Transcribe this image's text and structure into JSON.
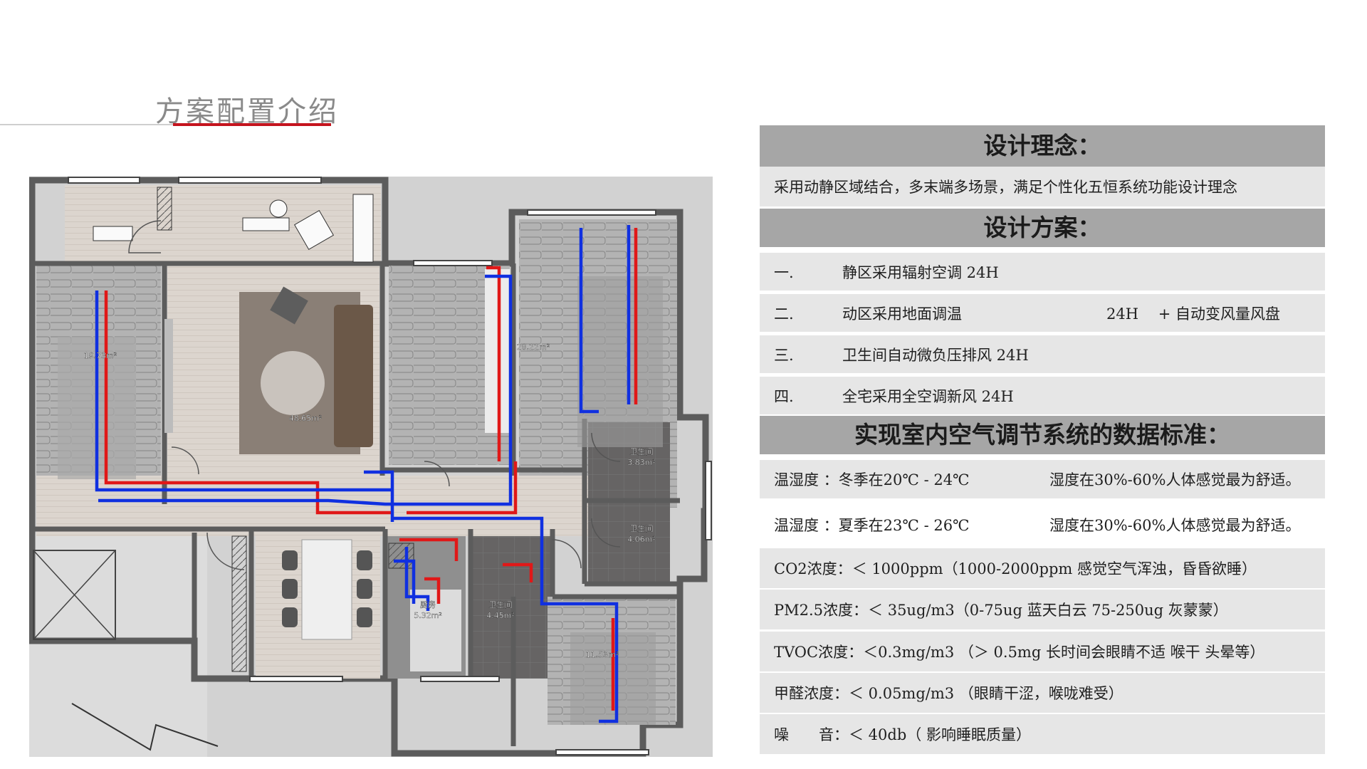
{
  "page": {
    "title": "方案配置介绍"
  },
  "plan": {
    "rooms": [
      {
        "key": "master_bedroom",
        "area": "19.73m²"
      },
      {
        "key": "living_room",
        "area": "48.65m²"
      },
      {
        "key": "bedroom_2",
        "area": "28.22m²"
      },
      {
        "key": "bath_1",
        "name": "卫生间",
        "area": "3.83m²"
      },
      {
        "key": "bath_2",
        "name": "卫生间",
        "area": "4.06m²"
      },
      {
        "key": "kitchen",
        "name": "厨房",
        "area": "5.32m²"
      },
      {
        "key": "bath_3",
        "name": "卫生间",
        "area": "4.45m²"
      },
      {
        "key": "bedroom_3",
        "area": "11.53m²"
      }
    ],
    "colors": {
      "supply_pipe": "#e01818",
      "return_pipe": "#1030e0",
      "wall": "#5c5c5c",
      "outdoor": "#d2d2d2",
      "floor_wood": "#ddd6cf",
      "floor_tile": "#6a6868"
    }
  },
  "spec": {
    "concept_title": "设计理念：",
    "concept_text": "采用动静区域结合，多末端多场景，满足个性化五恒系统功能设计理念",
    "plan_title": "设计方案：",
    "plan_items": [
      {
        "num": "一.",
        "text": "静区采用辐射空调 24H",
        "suffix": ""
      },
      {
        "num": "二.",
        "text": "动区采用地面调温",
        "suffix": "24H　 + 自动变风量风盘"
      },
      {
        "num": "三.",
        "text": "卫生间自动微负压排风 24H",
        "suffix": ""
      },
      {
        "num": "四.",
        "text": "全宅采用全空调新风 24H",
        "suffix": ""
      }
    ],
    "standard_title": "实现室内空气调节系统的数据标准：",
    "standards": [
      {
        "text": "温湿度 ：冬季在20℃ - 24℃",
        "note": "湿度在30%-60%人体感觉最为舒适。"
      },
      {
        "text": "温湿度 ：夏季在23℃ - 26℃",
        "note": "湿度在30%-60%人体感觉最为舒适。"
      },
      {
        "text": "CO2浓度：＜ 1000ppm（1000-2000ppm 感觉空气浑浊，昏昏欲睡）",
        "note": ""
      },
      {
        "text": "PM2.5浓度：＜ 35ug/m3（0-75ug 蓝天白云 75-250ug 灰蒙蒙）",
        "note": ""
      },
      {
        "text": "TVOC浓度：＜0.3mg/m3 （＞ 0.5mg 长时间会眼睛不适 喉干 头晕等）",
        "note": ""
      },
      {
        "text": "甲醛浓度：＜ 0.05mg/m3 （眼睛干涩，喉咙难受）",
        "note": ""
      },
      {
        "text": "噪　　音：＜ 40db（ 影响睡眠质量）",
        "note": ""
      }
    ]
  }
}
